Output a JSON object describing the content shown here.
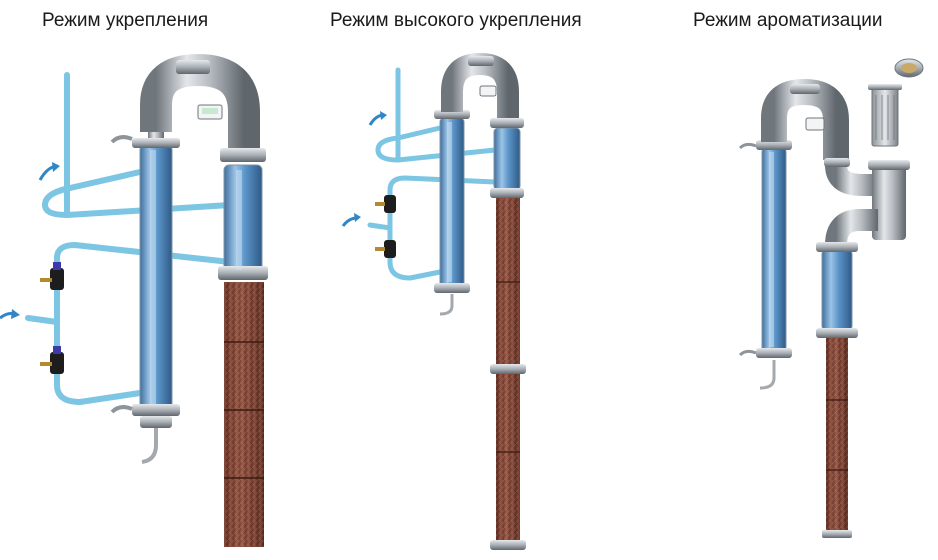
{
  "panels": [
    {
      "id": "strengthening",
      "title": "Режим укрепления"
    },
    {
      "id": "high-strengthening",
      "title": "Режим высокого укрепления"
    },
    {
      "id": "flavoring",
      "title": "Режим ароматизации"
    }
  ],
  "colors": {
    "steel": "#b9bec3",
    "steel_dark": "#6f767c",
    "glass_blue": "#5b95c9",
    "tube_blue": "#7cc5e3",
    "packing_copper": "#8a4a3a",
    "arrow_blue": "#2f86c8"
  },
  "icons": [
    "arrow-in-icon",
    "valve-icon",
    "clamp-icon",
    "thermometer-icon",
    "dephlegmator-icon",
    "packing-column-icon",
    "flavor-basket-icon",
    "basket-lid-icon"
  ]
}
